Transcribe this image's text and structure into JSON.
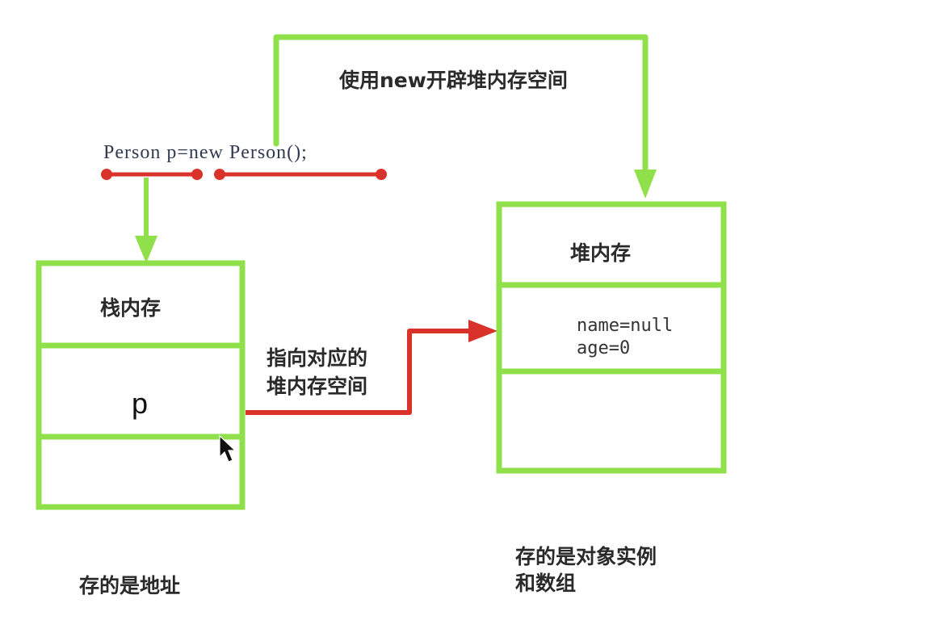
{
  "code_statement": "Person p=new Person();",
  "new_annotation": "使用new开辟堆内存空间",
  "stack": {
    "title": "栈内存",
    "variable": "p",
    "caption": "存的是地址"
  },
  "heap": {
    "title": "堆内存",
    "field_name": "name=null",
    "field_age": "age=0",
    "caption_line1": "存的是对象实例",
    "caption_line2": "和数组"
  },
  "pointer_label": {
    "line1": "指向对应的",
    "line2": "堆内存空间"
  },
  "colors": {
    "box_outline": "#8fe04a",
    "arrow_green": "#8fe04a",
    "arrow_red": "#d8322a",
    "text": "#2a2a2a",
    "background": "#ffffff"
  }
}
